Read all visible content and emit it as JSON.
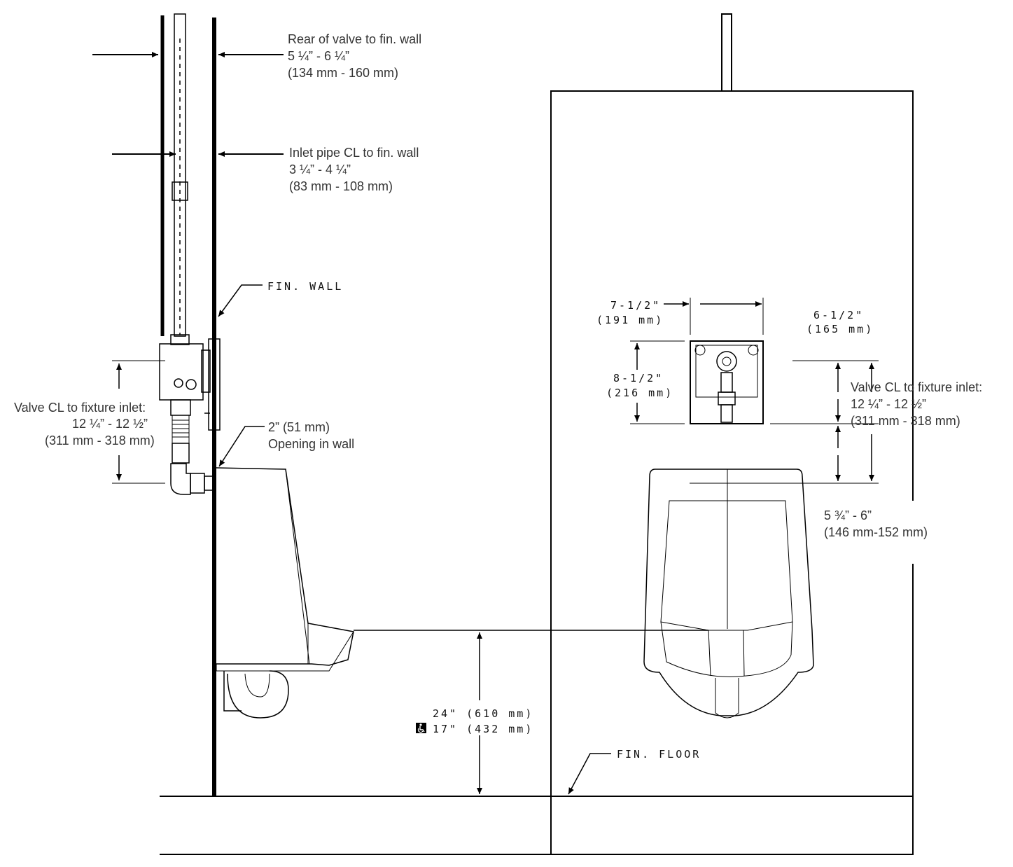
{
  "labels": {
    "rear_valve": [
      "Rear of valve to fin. wall",
      "5 ¼” - 6 ¼”",
      "(134 mm - 160 mm)"
    ],
    "inlet_pipe": [
      "Inlet pipe CL to fin. wall",
      "3 ¼” - 4 ¼”",
      "(83 mm - 108 mm)"
    ],
    "fin_wall": "FIN. WALL",
    "valve_cl_left": [
      "Valve CL to fixture inlet:",
      "12 ¼” - 12 ½”",
      "(311 mm - 318 mm)"
    ],
    "opening": [
      "2” (51 mm)",
      "Opening in wall"
    ],
    "rim_height": [
      "24\" (610 mm)",
      "17\" (432 mm)"
    ],
    "fin_floor": "FIN. FLOOR",
    "box_width": [
      "7-1/2\"",
      "(191 mm)"
    ],
    "box_height": [
      "8-1/2\"",
      "(216 mm)"
    ],
    "box_right": [
      "6-1/2\"",
      "(165 mm)"
    ],
    "valve_cl_right": [
      "Valve CL to fixture inlet:",
      "12 ¼” - 12 ½”",
      "(311 mm - 318 mm)"
    ],
    "inlet_height": [
      "5 ¾” - 6”",
      "(146 mm-152 mm)"
    ]
  },
  "icons": [
    "accessibility-icon"
  ]
}
